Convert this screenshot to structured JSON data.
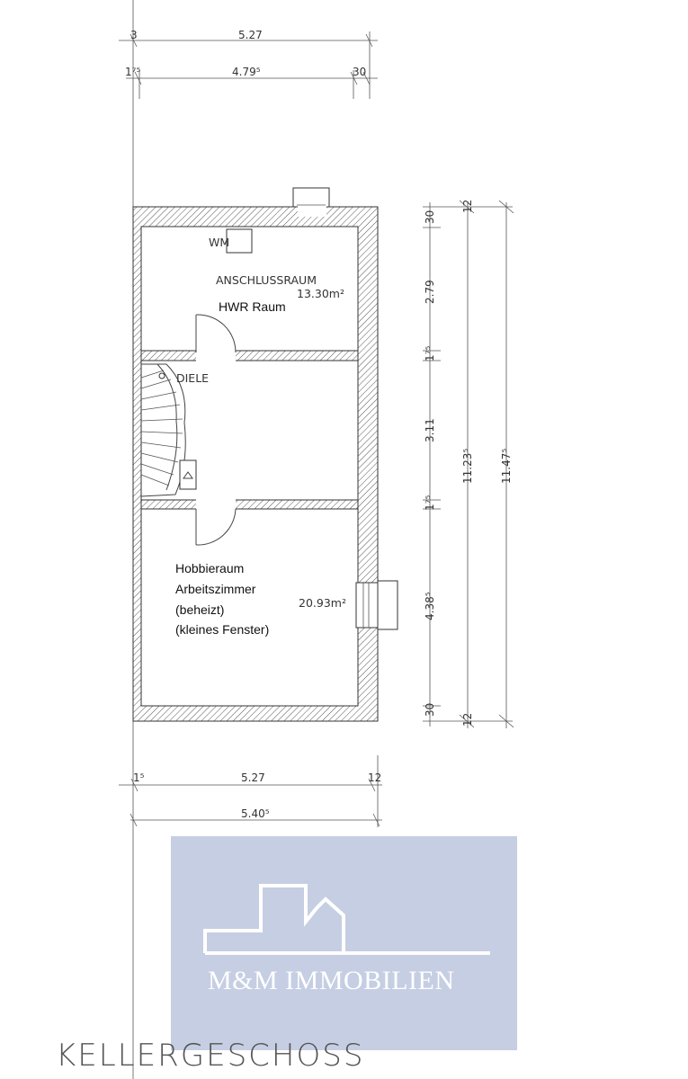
{
  "plan": {
    "title": "KELLERGESCHOSS",
    "rooms": {
      "anschluss_name": "ANSCHLUSSRAUM",
      "anschluss_area": "13.30m²",
      "anschluss_note": "HWR Raum",
      "wm_label": "WM",
      "diele_name": "DIELE",
      "hobby_area": "20.93m²",
      "hobby_notes": [
        "Hobbieraum",
        "Arbeitszimmer",
        "(beheizt)",
        "(kleines Fenster)"
      ]
    },
    "dimensions": {
      "top_small_left": "3",
      "top_total": "5.27",
      "top_second_left": "1⁷⁵",
      "top_second_mid": "4.79⁵",
      "top_second_right": "30",
      "right_a": "30",
      "right_b": "12",
      "right_c": "2.79",
      "right_d": "1⁷⁵",
      "right_e": "3.11",
      "right_f": "1⁷⁵",
      "right_g": "4.38⁵",
      "right_h": "30",
      "right_i": "12",
      "right_total_inner": "11.23⁵",
      "right_total_outer": "11.47⁵",
      "bottom_small_left": "1⁵",
      "bottom_mid": "5.27",
      "bottom_right": "12",
      "bottom_total": "5.40⁵"
    }
  },
  "watermark": {
    "company": "M&M IMMOBILIEN",
    "background": "#c6cee3"
  }
}
